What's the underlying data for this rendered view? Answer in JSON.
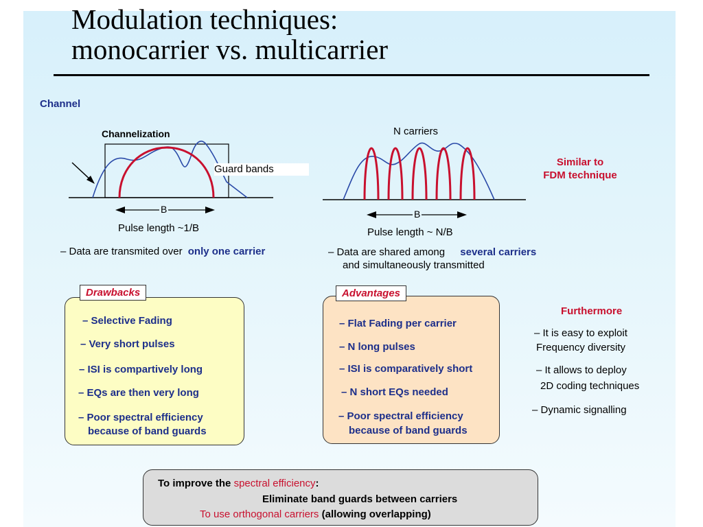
{
  "title": {
    "line1": "Modulation techniques:",
    "line2": "monocarrier vs. multicarrier"
  },
  "channel_label": "Channel",
  "mono": {
    "channelization": "Channelization",
    "guard_bands": "Guard bands",
    "b_label": "B",
    "pulse_length": "Pulse length ~1/B",
    "desc_prefix": "– Data are transmited over",
    "desc_highlight": "only one carrier"
  },
  "multi": {
    "n_carriers": "N carriers",
    "b_label": "B",
    "pulse_length": "Pulse length ~ N/B",
    "desc_prefix": "–   Data are shared among",
    "desc_highlight": "several carriers",
    "desc_line2": "and simultaneously transmitted"
  },
  "similar": {
    "line1": "Similar to",
    "line2": "FDM technique"
  },
  "drawbacks": {
    "label": "Drawbacks",
    "items": [
      "– Selective Fading",
      "– Very short pulses",
      "– ISI is compartively  long",
      "– EQs are then very long",
      "– Poor spectral efficiency",
      "because of band guards"
    ]
  },
  "advantages": {
    "label": "Advantages",
    "items": [
      "– Flat Fading per carrier",
      "– N long pulses",
      "– ISI is comparatively short",
      "– N short EQs needed",
      "– Poor spectral efficiency",
      "because of band guards"
    ]
  },
  "furthermore": {
    "label": "Furthermore",
    "items": [
      "– It is easy to exploit",
      "Frequency diversity",
      "– It allows to deploy",
      "2D coding techniques",
      "– Dynamic signalling"
    ]
  },
  "bottom": {
    "l1_prefix": "To improve the",
    "l1_highlight": "spectral efficiency",
    "l1_suffix": ":",
    "l2": "Eliminate band guards between carriers",
    "l3_highlight": "To use orthogonal carriers",
    "l3_suffix": "(allowing overlapping)"
  },
  "colors": {
    "blue": "#1d2f8a",
    "red": "#c8102e",
    "curve": "#2a4aa8",
    "yellow": "#fdfdc4",
    "orange": "#fde3c4",
    "gray": "#dcdcdc"
  }
}
